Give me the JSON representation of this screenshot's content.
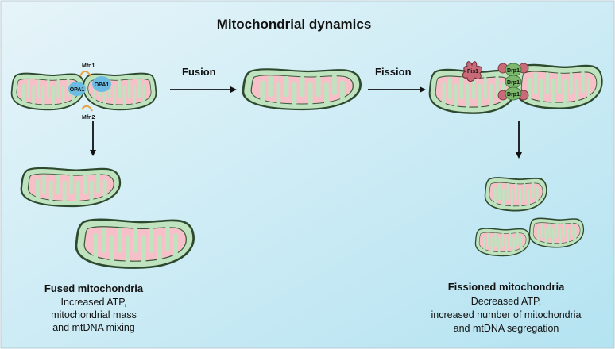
{
  "title": "Mitochondrial dynamics",
  "steps": {
    "fusion": "Fusion",
    "fission": "Fission"
  },
  "proteins": {
    "mfn1": "Mfn1",
    "mfn2": "Mfn2",
    "opa1_left": "OPA1",
    "opa1_right": "OPA1",
    "fis1": "Fis1",
    "drp1_top": "Drp1",
    "drp1_mid": "Drp1",
    "drp1_bottom": "Drp1"
  },
  "fused_caption": {
    "heading": "Fused mitochondria",
    "lines": [
      "Increased ATP,",
      "mitochondrial mass",
      "and mtDNA mixing"
    ]
  },
  "fissioned_caption": {
    "heading": "Fissioned mitochondria",
    "lines": [
      "Decreased ATP,",
      "increased number of mitochondria",
      "and mtDNA segregation"
    ]
  },
  "colors": {
    "background_start": "#e4f3f9",
    "background_end": "#b6e4f2",
    "outer_membrane": "#bfe3bf",
    "outline": "#2e4a2e",
    "inner_membrane": "#f7c0c8",
    "opa1": "#6bbbe2",
    "mfn": "#e4a244",
    "fis1_drp1": "#c96a78",
    "drp1_green": "#7bb86b"
  }
}
